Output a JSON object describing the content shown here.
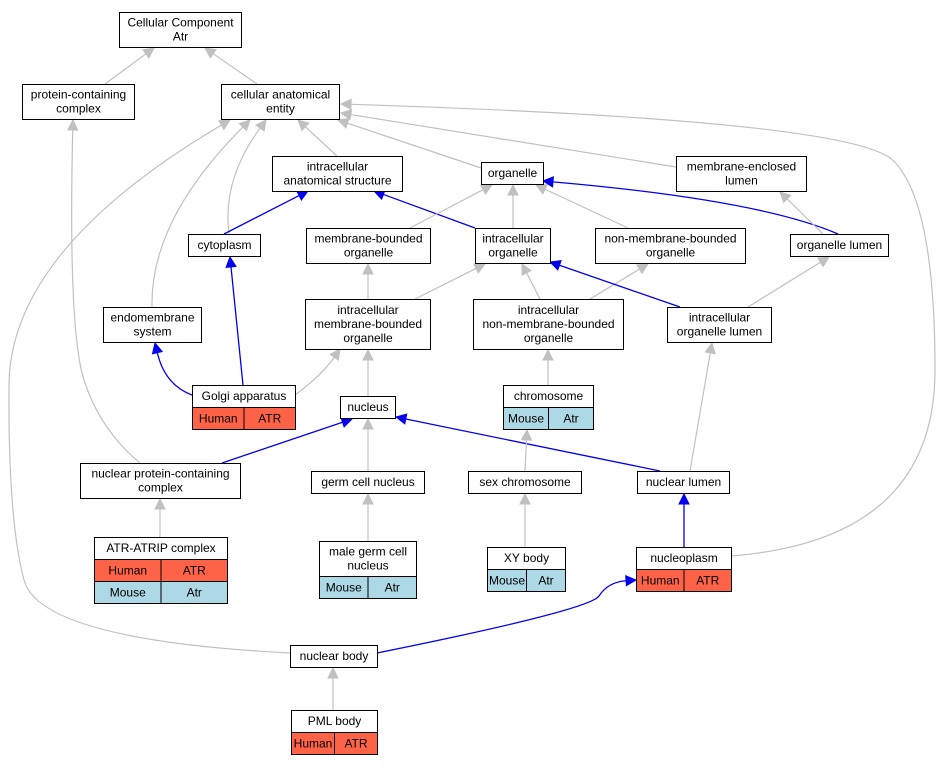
{
  "colors": {
    "human": "#ff6347",
    "mouse": "#add8e6",
    "edge_grey": "#c0c0c0",
    "edge_blue": "#0000ee"
  },
  "nodes": {
    "cellular_component": {
      "lines": [
        "Cellular Component",
        "Atr"
      ]
    },
    "protein_containing_complex": {
      "lines": [
        "protein-containing",
        "complex"
      ]
    },
    "cellular_anatomical_entity": {
      "lines": [
        "cellular anatomical",
        "entity"
      ]
    },
    "intracellular_anatomical_structure": {
      "lines": [
        "intracellular",
        "anatomical structure"
      ]
    },
    "organelle": {
      "lines": [
        "organelle"
      ]
    },
    "membrane_enclosed_lumen": {
      "lines": [
        "membrane-enclosed",
        "lumen"
      ]
    },
    "cytoplasm": {
      "lines": [
        "cytoplasm"
      ]
    },
    "membrane_bounded_organelle": {
      "lines": [
        "membrane-bounded",
        "organelle"
      ]
    },
    "intracellular_organelle": {
      "lines": [
        "intracellular",
        "organelle"
      ]
    },
    "non_membrane_bounded_organelle": {
      "lines": [
        "non-membrane-bounded",
        "organelle"
      ]
    },
    "organelle_lumen": {
      "lines": [
        "organelle lumen"
      ]
    },
    "endomembrane_system": {
      "lines": [
        "endomembrane",
        "system"
      ]
    },
    "intracellular_membrane_bounded_organelle": {
      "lines": [
        "intracellular",
        "membrane-bounded",
        "organelle"
      ]
    },
    "intracellular_non_membrane_bounded_organelle": {
      "lines": [
        "intracellular",
        "non-membrane-bounded",
        "organelle"
      ]
    },
    "intracellular_organelle_lumen": {
      "lines": [
        "intracellular",
        "organelle lumen"
      ]
    },
    "golgi_apparatus": {
      "lines": [
        "Golgi apparatus"
      ],
      "rows": [
        {
          "species": "Human",
          "gene": "ATR"
        }
      ]
    },
    "nucleus": {
      "lines": [
        "nucleus"
      ]
    },
    "chromosome": {
      "lines": [
        "chromosome"
      ],
      "rows": [
        {
          "species": "Mouse",
          "gene": "Atr"
        }
      ]
    },
    "nuclear_protein_containing_complex": {
      "lines": [
        "nuclear protein-containing",
        "complex"
      ]
    },
    "germ_cell_nucleus": {
      "lines": [
        "germ cell nucleus"
      ]
    },
    "sex_chromosome": {
      "lines": [
        "sex chromosome"
      ]
    },
    "nuclear_lumen": {
      "lines": [
        "nuclear lumen"
      ]
    },
    "atr_atrip_complex": {
      "lines": [
        "ATR-ATRIP complex"
      ],
      "rows": [
        {
          "species": "Human",
          "gene": "ATR"
        },
        {
          "species": "Mouse",
          "gene": "Atr"
        }
      ]
    },
    "male_germ_cell_nucleus": {
      "lines": [
        "male germ cell",
        "nucleus"
      ],
      "rows": [
        {
          "species": "Mouse",
          "gene": "Atr"
        }
      ]
    },
    "xy_body": {
      "lines": [
        "XY body"
      ],
      "rows": [
        {
          "species": "Mouse",
          "gene": "Atr"
        }
      ]
    },
    "nucleoplasm": {
      "lines": [
        "nucleoplasm"
      ],
      "rows": [
        {
          "species": "Human",
          "gene": "ATR"
        }
      ]
    },
    "nuclear_body": {
      "lines": [
        "nuclear body"
      ]
    },
    "pml_body": {
      "lines": [
        "PML body"
      ],
      "rows": [
        {
          "species": "Human",
          "gene": "ATR"
        }
      ]
    }
  },
  "edges": [
    {
      "from": "protein_containing_complex",
      "to": "cellular_component",
      "style": "grey"
    },
    {
      "from": "cellular_anatomical_entity",
      "to": "cellular_component",
      "style": "grey"
    },
    {
      "from": "intracellular_anatomical_structure",
      "to": "cellular_anatomical_entity",
      "style": "grey"
    },
    {
      "from": "organelle",
      "to": "cellular_anatomical_entity",
      "style": "grey"
    },
    {
      "from": "membrane_enclosed_lumen",
      "to": "cellular_anatomical_entity",
      "style": "grey"
    },
    {
      "from": "cytoplasm",
      "to": "cellular_anatomical_entity",
      "style": "grey"
    },
    {
      "from": "endomembrane_system",
      "to": "cellular_anatomical_entity",
      "style": "grey"
    },
    {
      "from": "nuclear_body",
      "to": "cellular_anatomical_entity",
      "style": "grey"
    },
    {
      "from": "nucleoplasm",
      "to": "cellular_anatomical_entity",
      "style": "grey"
    },
    {
      "from": "cytoplasm",
      "to": "intracellular_anatomical_structure",
      "style": "blue"
    },
    {
      "from": "intracellular_organelle",
      "to": "intracellular_anatomical_structure",
      "style": "blue"
    },
    {
      "from": "membrane_bounded_organelle",
      "to": "organelle",
      "style": "grey"
    },
    {
      "from": "intracellular_organelle",
      "to": "organelle",
      "style": "grey"
    },
    {
      "from": "non_membrane_bounded_organelle",
      "to": "organelle",
      "style": "grey"
    },
    {
      "from": "organelle_lumen",
      "to": "organelle",
      "style": "blue"
    },
    {
      "from": "organelle_lumen",
      "to": "membrane_enclosed_lumen",
      "style": "grey"
    },
    {
      "from": "golgi_apparatus",
      "to": "cytoplasm",
      "style": "blue"
    },
    {
      "from": "golgi_apparatus",
      "to": "endomembrane_system",
      "style": "blue"
    },
    {
      "from": "golgi_apparatus",
      "to": "intracellular_membrane_bounded_organelle",
      "style": "grey"
    },
    {
      "from": "intracellular_membrane_bounded_organelle",
      "to": "membrane_bounded_organelle",
      "style": "grey"
    },
    {
      "from": "intracellular_membrane_bounded_organelle",
      "to": "intracellular_organelle",
      "style": "grey"
    },
    {
      "from": "intracellular_non_membrane_bounded_organelle",
      "to": "intracellular_organelle",
      "style": "grey"
    },
    {
      "from": "intracellular_non_membrane_bounded_organelle",
      "to": "non_membrane_bounded_organelle",
      "style": "grey"
    },
    {
      "from": "intracellular_organelle_lumen",
      "to": "intracellular_organelle",
      "style": "blue"
    },
    {
      "from": "intracellular_organelle_lumen",
      "to": "organelle_lumen",
      "style": "grey"
    },
    {
      "from": "nucleus",
      "to": "intracellular_membrane_bounded_organelle",
      "style": "grey"
    },
    {
      "from": "chromosome",
      "to": "intracellular_non_membrane_bounded_organelle",
      "style": "grey"
    },
    {
      "from": "nuclear_protein_containing_complex",
      "to": "nucleus",
      "style": "blue"
    },
    {
      "from": "nuclear_protein_containing_complex",
      "to": "protein_containing_complex",
      "style": "grey"
    },
    {
      "from": "germ_cell_nucleus",
      "to": "nucleus",
      "style": "grey"
    },
    {
      "from": "nuclear_lumen",
      "to": "nucleus",
      "style": "blue"
    },
    {
      "from": "nuclear_lumen",
      "to": "intracellular_organelle_lumen",
      "style": "grey"
    },
    {
      "from": "sex_chromosome",
      "to": "chromosome",
      "style": "grey"
    },
    {
      "from": "atr_atrip_complex",
      "to": "nuclear_protein_containing_complex",
      "style": "grey"
    },
    {
      "from": "male_germ_cell_nucleus",
      "to": "germ_cell_nucleus",
      "style": "grey"
    },
    {
      "from": "xy_body",
      "to": "sex_chromosome",
      "style": "grey"
    },
    {
      "from": "nucleoplasm",
      "to": "nuclear_lumen",
      "style": "blue"
    },
    {
      "from": "nuclear_body",
      "to": "nucleoplasm",
      "style": "blue"
    },
    {
      "from": "pml_body",
      "to": "nuclear_body",
      "style": "grey"
    }
  ]
}
